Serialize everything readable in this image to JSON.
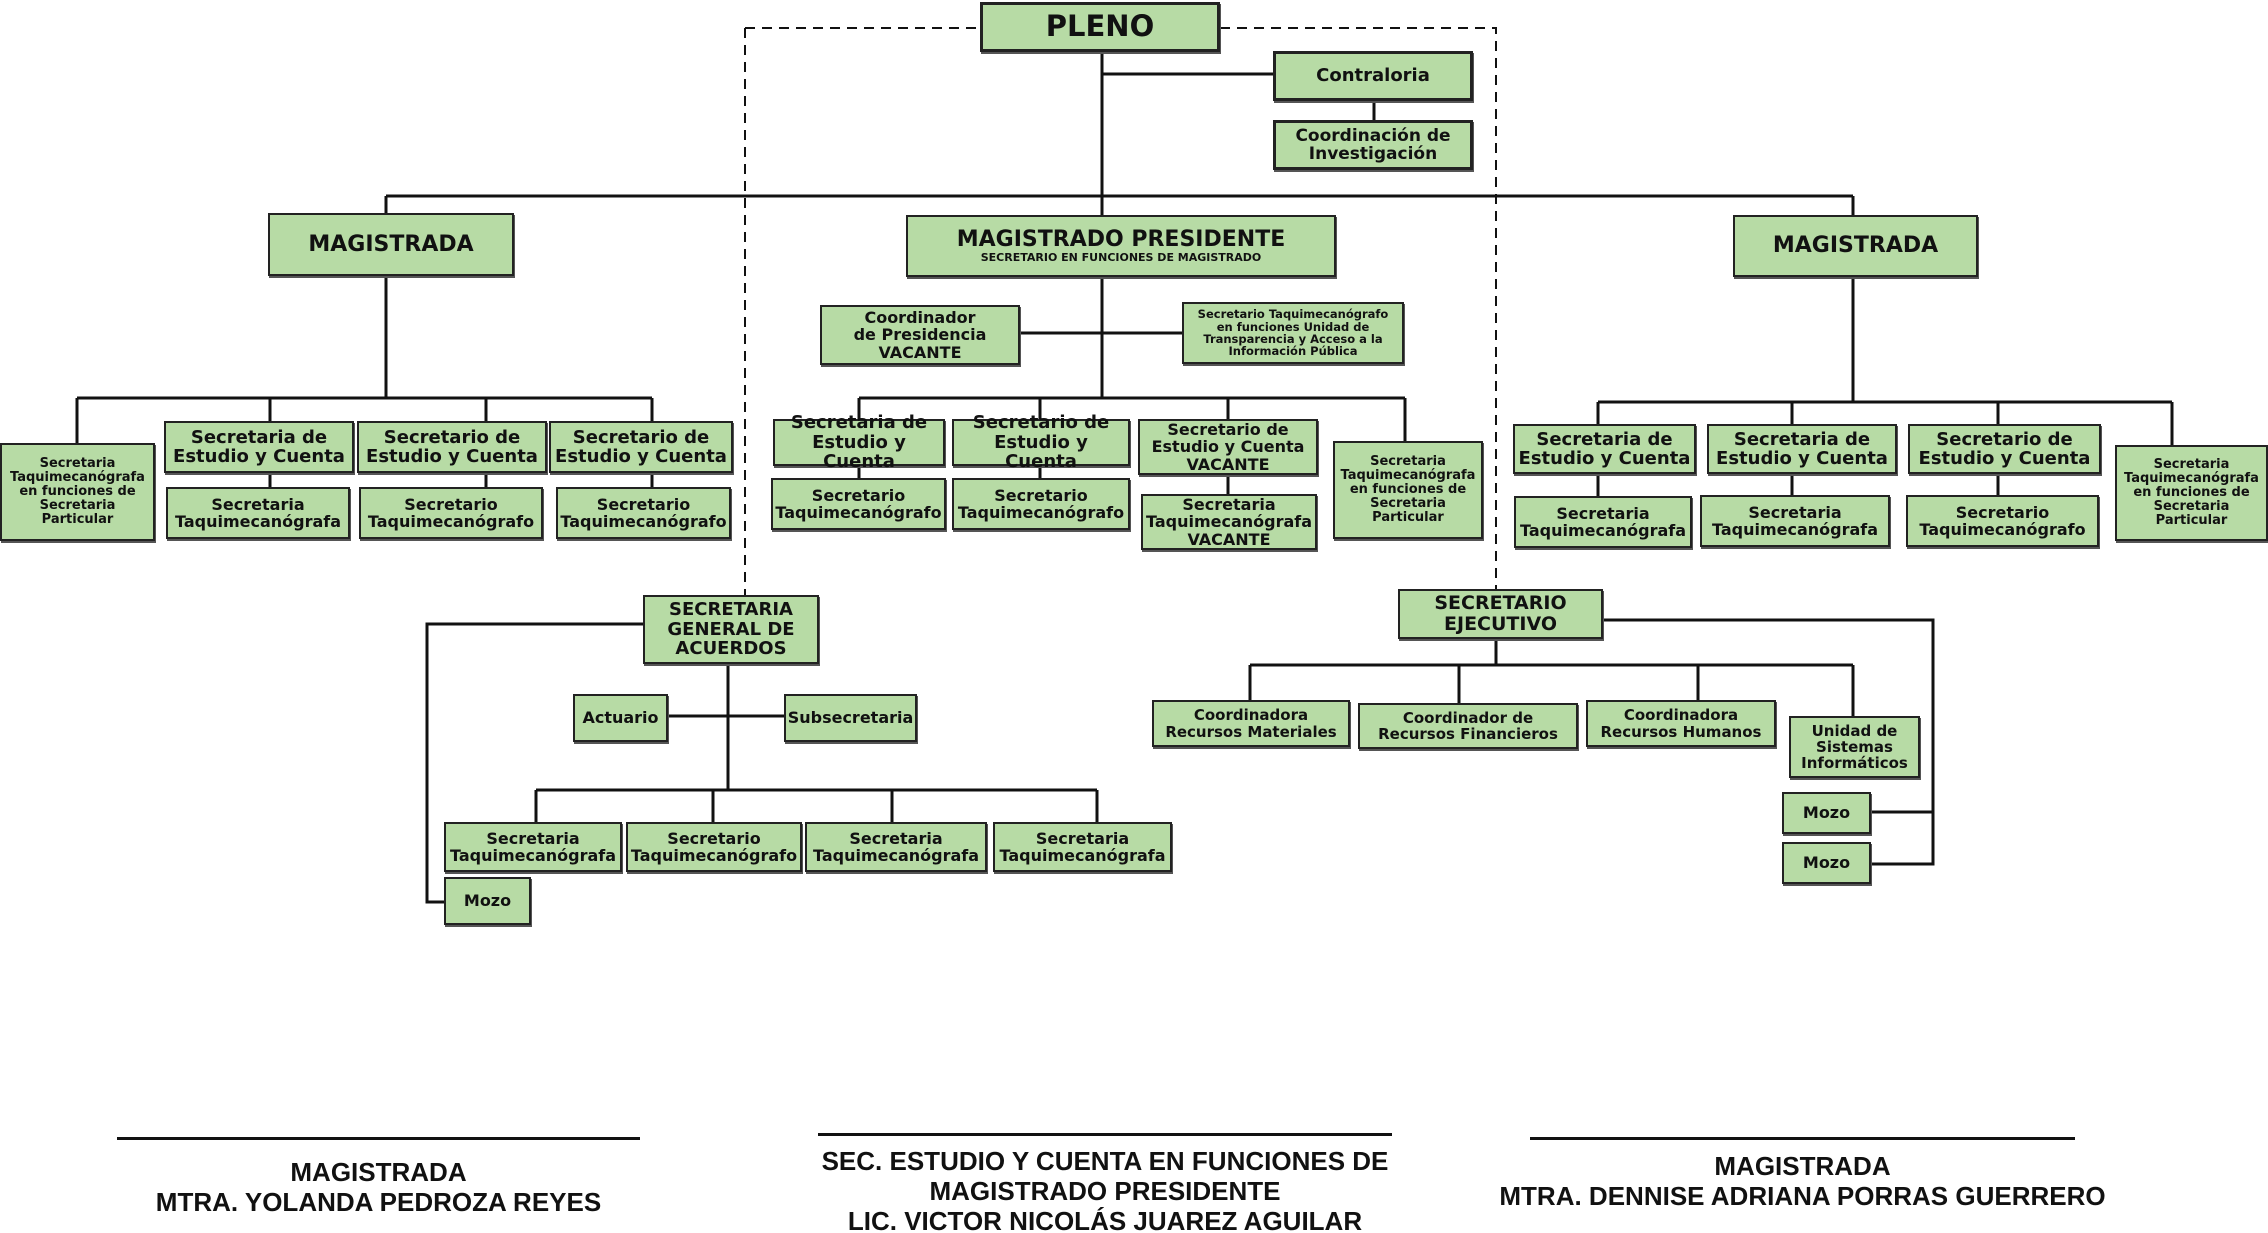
{
  "nodes": {
    "pleno": "PLENO",
    "contraloria": "Contraloria",
    "coord_investigacion": "Coordinación de\nInvestigación",
    "magistrada_left": "MAGISTRADA",
    "magistrado_presidente": "MAGISTRADO PRESIDENTE",
    "magistrado_presidente_sub": "SECRETARIO EN FUNCIONES DE MAGISTRADO",
    "magistrada_right": "MAGISTRADA",
    "coord_presidencia": "Coordinador\nde Presidencia\nVACANTE",
    "sec_transparencia": "Secretario Taquimecanógrafo\nen funciones Unidad de\nTransparencia y Acceso a la\nInformación Pública",
    "l_sec_particular": "Secretaria\nTaquimecanógrafa\nen funciones de\nSecretaria\nParticular",
    "l_sec_estudio_1": "Secretaria de\nEstudio y Cuenta",
    "l_sec_estudio_2": "Secretario de\nEstudio y Cuenta",
    "l_sec_estudio_3": "Secretario de\nEstudio y Cuenta",
    "l_taqui_1": "Secretaria\nTaquimecanógrafa",
    "l_taqui_2": "Secretario\nTaquimecanógrafo",
    "l_taqui_3": "Secretario\nTaquimecanógrafo",
    "c_sec_estudio_1": "Secretaria de\nEstudio y Cuenta",
    "c_sec_estudio_2": "Secretario de\nEstudio y Cuenta",
    "c_sec_estudio_3": "Secretario de\nEstudio y Cuenta\nVACANTE",
    "c_sec_particular": "Secretaria\nTaquimecanógrafa\nen funciones de\nSecretaria\nParticular",
    "c_taqui_1": "Secretario\nTaquimecanógrafo",
    "c_taqui_2": "Secretario\nTaquimecanógrafo",
    "c_taqui_3": "Secretaria\nTaquimecanógrafa\nVACANTE",
    "r_sec_estudio_1": "Secretaria de\nEstudio y Cuenta",
    "r_sec_estudio_2": "Secretaria de\nEstudio y Cuenta",
    "r_sec_estudio_3": "Secretario de\nEstudio y Cuenta",
    "r_sec_particular": "Secretaria\nTaquimecanógrafa\nen funciones de\nSecretaria\nParticular",
    "r_taqui_1": "Secretaria\nTaquimecanógrafa",
    "r_taqui_2": "Secretaria\nTaquimecanógrafa",
    "r_taqui_3": "Secretario\nTaquimecanógrafo",
    "sec_general": "SECRETARIA\nGENERAL DE\nACUERDOS",
    "actuario": "Actuario",
    "subsecretaria": "Subsecretaria",
    "g_taqui_1": "Secretaria\nTaquimecanógrafa",
    "g_taqui_2": "Secretario\nTaquimecanógrafo",
    "g_taqui_3": "Secretaria\nTaquimecanógrafa",
    "g_taqui_4": "Secretaria\nTaquimecanógrafa",
    "g_mozo": "Mozo",
    "sec_ejecutivo": "SECRETARIO\nEJECUTIVO",
    "e_rec_materiales": "Coordinadora\nRecursos Materiales",
    "e_rec_financieros": "Coordinador de\nRecursos Financieros",
    "e_rec_humanos": "Coordinadora\nRecursos Humanos",
    "e_sistemas": "Unidad de\nSistemas\nInformáticos",
    "e_mozo_1": "Mozo",
    "e_mozo_2": "Mozo"
  },
  "signatures": {
    "left": "MAGISTRADA\nMTRA.  YOLANDA PEDROZA REYES",
    "center": "SEC. ESTUDIO Y  CUENTA EN FUNCIONES DE\nMAGISTRADO PRESIDENTE\nLIC. VICTOR NICOLÁS JUAREZ AGUILAR",
    "right": "MAGISTRADA\nMTRA. DENNISE ADRIANA PORRAS GUERRERO"
  },
  "colors": {
    "box_fill": "#b7dba5",
    "line": "#111111"
  }
}
